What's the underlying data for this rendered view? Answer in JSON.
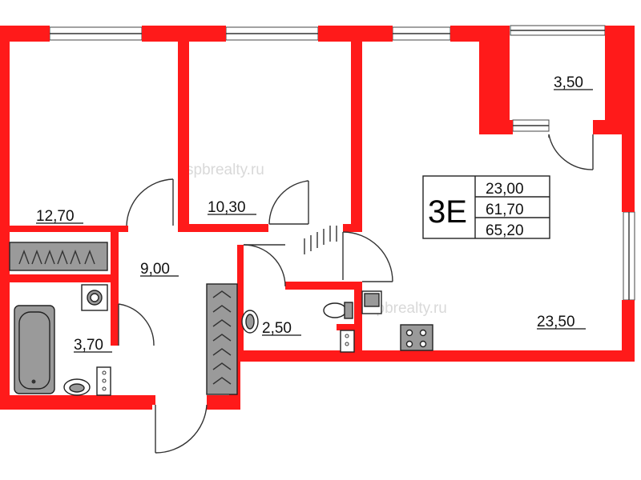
{
  "watermark": "spbrealty.ru",
  "summary": {
    "code": "3E",
    "living_area": "23,00",
    "total_area": "61,70",
    "total_area_with_balcony": "65,20"
  },
  "rooms": [
    {
      "name": "room-bedroom-left",
      "area": "12,70"
    },
    {
      "name": "room-bedroom-middle",
      "area": "10,30"
    },
    {
      "name": "room-balcony",
      "area": "3,50"
    },
    {
      "name": "room-hall",
      "area": "9,00"
    },
    {
      "name": "room-bathroom",
      "area": "3,70"
    },
    {
      "name": "room-toilet",
      "area": "2,50"
    },
    {
      "name": "room-kitchen-living",
      "area": "23,50"
    }
  ],
  "colors": {
    "wall": "#ff1a1a",
    "fixture": "#9a9a9a",
    "line": "#333333"
  }
}
